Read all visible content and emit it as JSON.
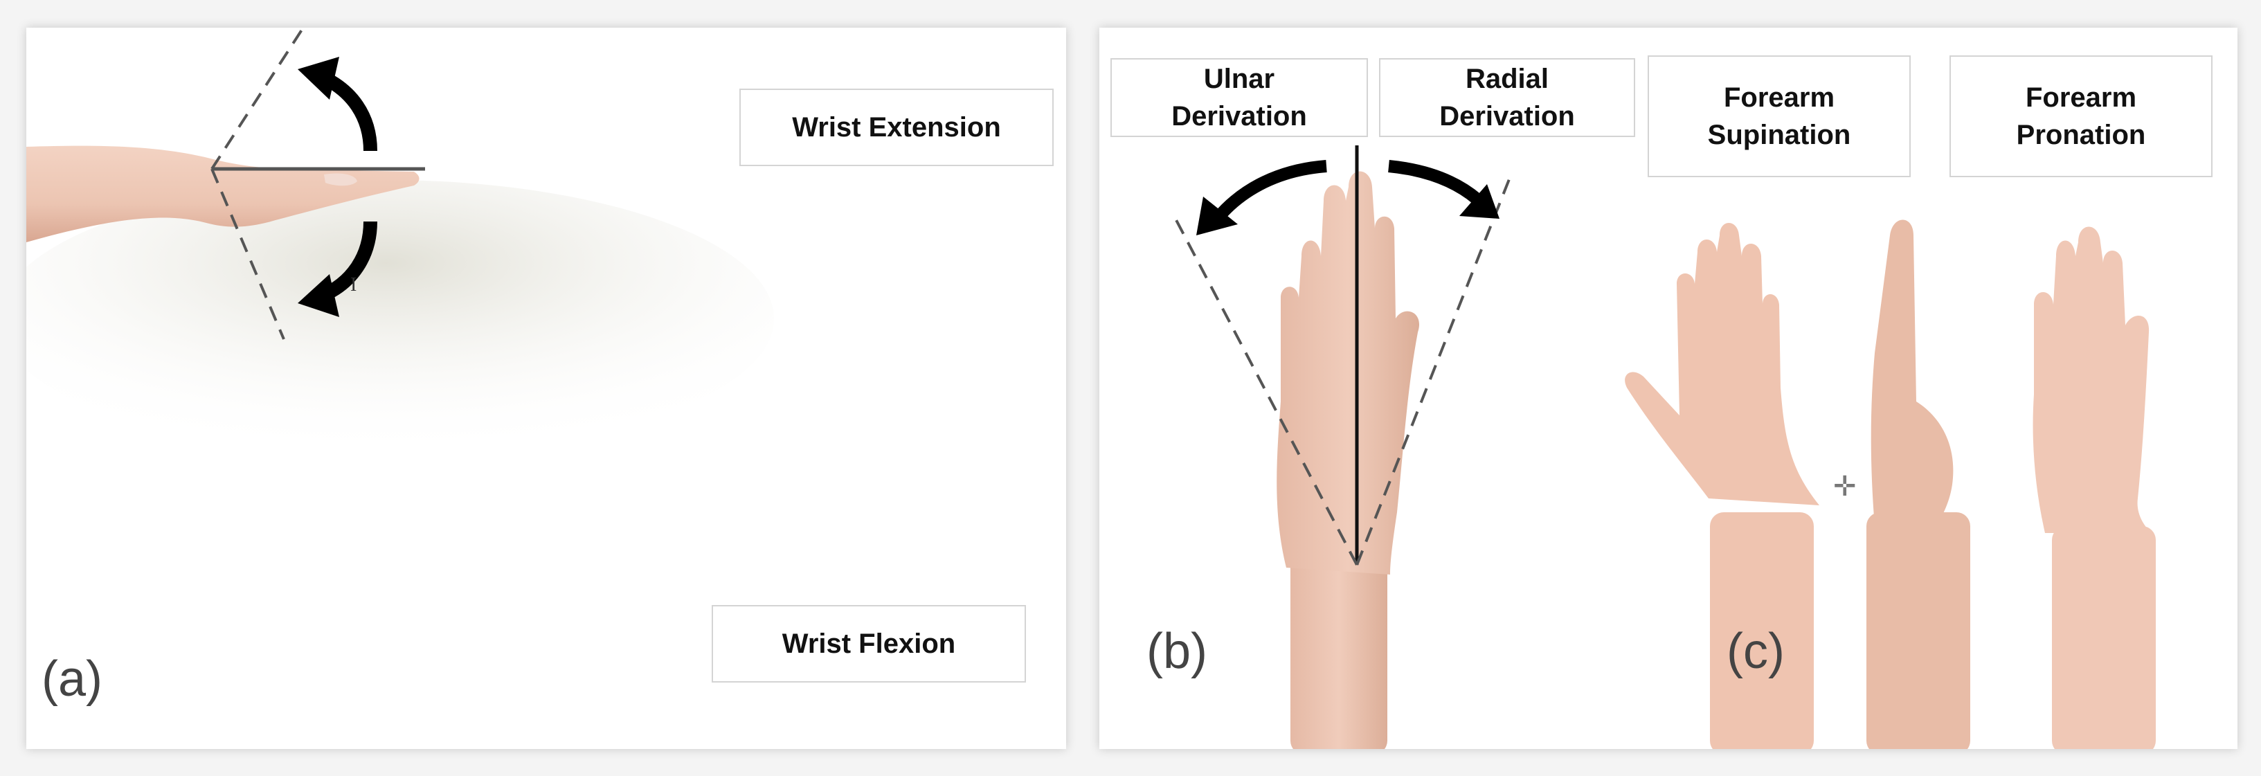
{
  "panel_a": {
    "letter": "(a)",
    "extension_label": "Wrist Extension",
    "flexion_label": "Wrist Flexion"
  },
  "panel_b": {
    "letter": "(b)",
    "ulnar_label": "Ulnar\nDerivation",
    "radial_label": "Radial\nDerivation"
  },
  "panel_c": {
    "letter": "(c)",
    "supination_label": "Forearm\nSupination",
    "pronation_label": "Forearm\nPronation"
  },
  "colors": {
    "skin": "#ecc5b2",
    "skin_shadow": "#d9a792",
    "arrow": "#000000",
    "reference_line": "#555555"
  }
}
